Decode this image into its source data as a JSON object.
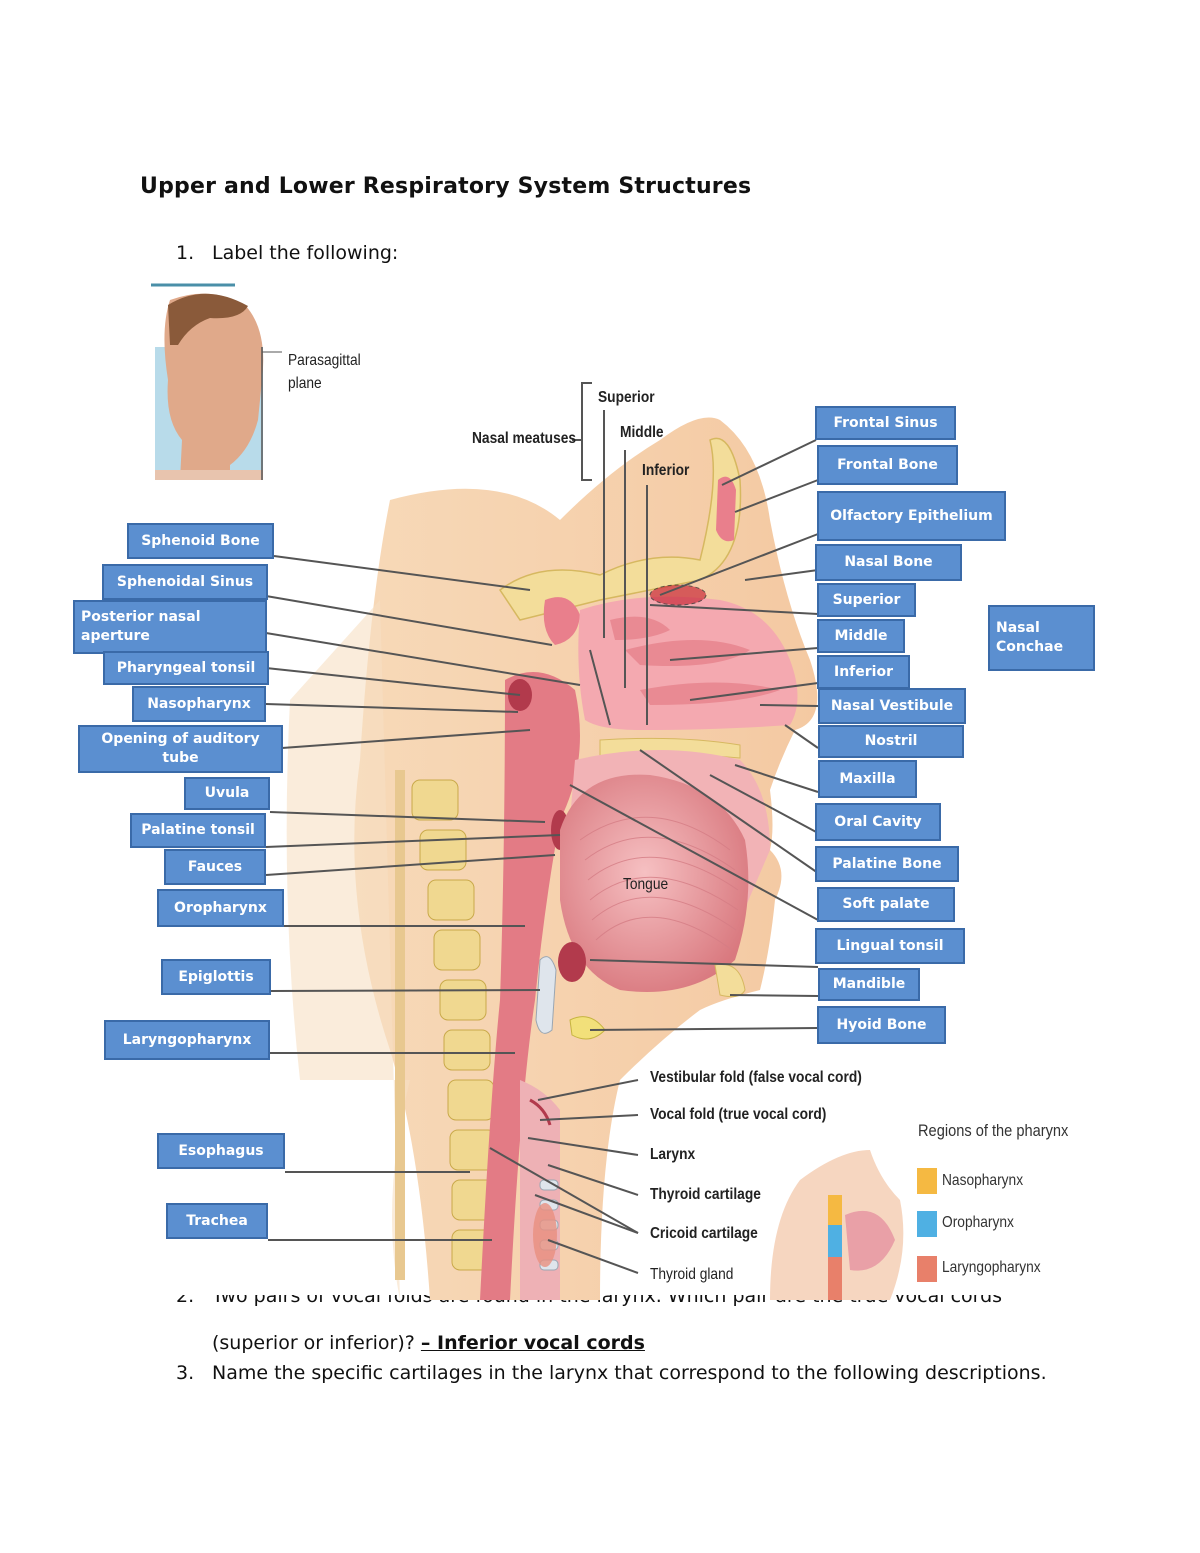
{
  "document": {
    "title": "Upper and Lower Respiratory System Structures",
    "q1_num": "1.",
    "q1_text": "Label the following:",
    "q2_num": "2.",
    "q2_line1": "Two pairs of vocal folds are found in the larynx. Which pair are the true vocal cords",
    "q2_line2_prefix": "(superior or inferior)?",
    "q2_answer": "– Inferior vocal cords",
    "q3_num": "3.",
    "q3_text": "Name the specific cartilages in the larynx that correspond to the following descriptions."
  },
  "figure": {
    "inset_plane_label": [
      "Parasagittal",
      "plane"
    ],
    "meatuses_label": "Nasal meatuses",
    "meatuses": [
      "Superior",
      "Middle",
      "Inferior"
    ],
    "tongue_label": "Tongue",
    "larynx_labels": [
      "Vestibular fold (false vocal cord)",
      "Vocal fold (true vocal cord)",
      "Larynx",
      "Thyroid cartilage",
      "Cricoid cartilage",
      "Thyroid gland"
    ],
    "legend": {
      "title": "Regions of the pharynx",
      "items": [
        {
          "name": "Nasopharynx",
          "color": "#f5b942"
        },
        {
          "name": "Oropharynx",
          "color": "#4fb0e3"
        },
        {
          "name": "Laryngopharynx",
          "color": "#e8806a"
        }
      ]
    }
  },
  "labels_left": [
    "Sphenoid Bone",
    "Sphenoidal Sinus",
    "Posterior nasal aperture",
    "Pharyngeal tonsil",
    "Nasopharynx",
    "Opening of auditory tube",
    "Uvula",
    "Palatine tonsil",
    "Fauces",
    "Oropharynx",
    "Epiglottis",
    "Laryngopharynx",
    "Esophagus",
    "Trachea"
  ],
  "labels_right": [
    "Frontal Sinus",
    "Frontal Bone",
    "Olfactory Epithelium",
    "Nasal Bone",
    "Superior",
    "Middle",
    "Inferior",
    "Nasal Vestibule",
    "Nostril",
    "Maxilla",
    "Oral Cavity",
    "Palatine Bone",
    "Soft palate",
    "Lingual tonsil",
    "Mandible",
    "Hyoid Bone"
  ],
  "label_conchae": "Nasal Conchae",
  "colors": {
    "label_fill": "#5b8fd0",
    "label_border": "#3a6aa8"
  }
}
